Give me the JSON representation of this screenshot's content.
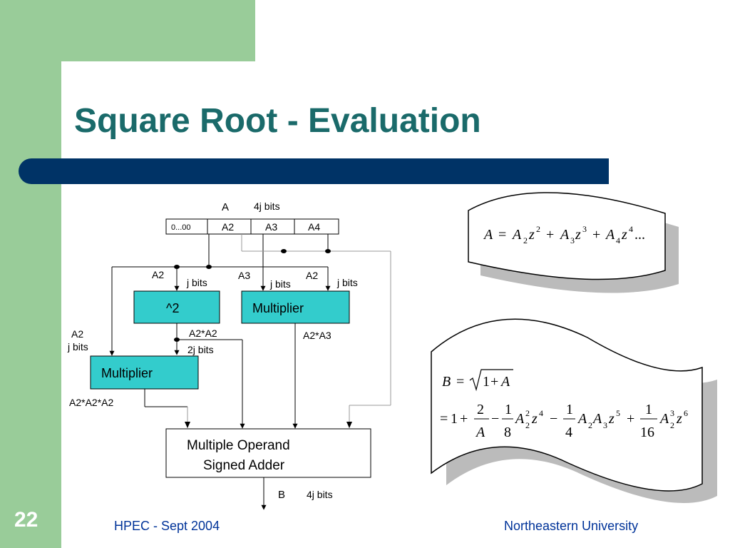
{
  "title": "Square Root - Evaluation",
  "page_number": "22",
  "footer": {
    "left": "HPEC - Sept 2004",
    "right": "Northeastern University"
  },
  "colors": {
    "green": "#99cc99",
    "title": "#1a6a6a",
    "bar": "#003366",
    "cyan": "#33cccc",
    "footer": "#003399"
  },
  "register": {
    "label": "A",
    "width": "4j bits",
    "cells": [
      "0...00",
      "A2",
      "A3",
      "A4"
    ]
  },
  "signals": {
    "sq_a2_label": "A2",
    "sq_a2_bits": "j bits",
    "mul_a3_label": "A3",
    "mul_a3_bits": "j bits",
    "mul_a2_label": "A2",
    "mul_a2_bits": "j bits",
    "left_a2_label": "A2",
    "left_a2_bits": "j bits",
    "sq_out_label": "A2*A2",
    "sq_out_bits": "2j bits",
    "mul1_out_label": "A2*A3",
    "mul2_out_label": "A2*A2*A2",
    "output_label": "B",
    "output_bits": "4j bits"
  },
  "blocks": {
    "square": "^2",
    "multiplier_top": "Multiplier",
    "multiplier_bottom": "Multiplier",
    "adder_line1": "Multiple Operand",
    "adder_line2": "Signed Adder"
  },
  "equations": {
    "eq1": {
      "A": "A",
      "eq": "=",
      "A2": "A",
      "s2": "2",
      "z1": "z",
      "p2": "2",
      "plus1": "+",
      "A3": "A",
      "s3": "3",
      "z2": "z",
      "p3": "3",
      "plus2": "+",
      "A4": "A",
      "s4": "4",
      "z3": "z",
      "p4": "4",
      "dots": "..."
    },
    "eq2": {
      "B": "B",
      "eq": "=",
      "one": "1",
      "plus": "+",
      "A": "A"
    },
    "eq3": {
      "eq": "=",
      "one": "1",
      "plus1": "+",
      "f1n": "2",
      "f1d": "A",
      "minus1": "−",
      "f2n": "1",
      "f2d": "8",
      "t2A": "A",
      "t2s": "2",
      "t2p": "2",
      "t2z": "z",
      "t2zp": "4",
      "minus2": "−",
      "f3n": "1",
      "f3d": "4",
      "t3A": "A",
      "t3s": "2",
      "t3A2": "A",
      "t3s2": "3",
      "t3z": "z",
      "t3zp": "5",
      "plus2": "+",
      "f4n": "1",
      "f4d": "16",
      "t4A": "A",
      "t4s": "2",
      "t4p": "3",
      "t4z": "z",
      "t4zp": "6"
    }
  }
}
